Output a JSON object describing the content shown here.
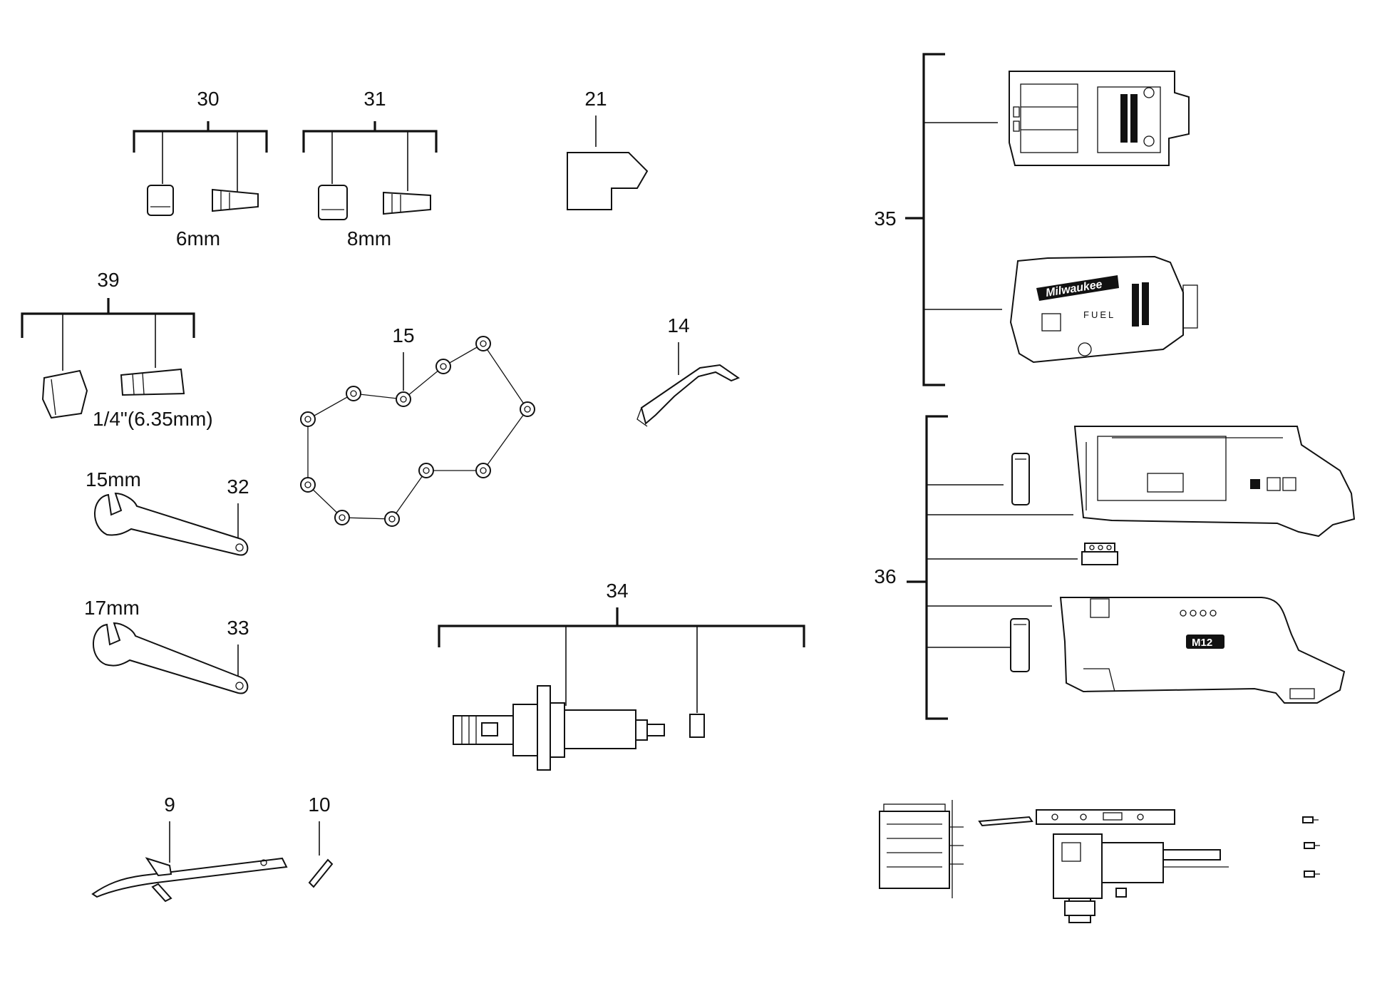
{
  "labels": {
    "p30": "30",
    "p31": "31",
    "p21": "21",
    "p35": "35",
    "p39": "39",
    "p15": "15",
    "p14": "14",
    "p36": "36",
    "p32": "32",
    "p33": "33",
    "p34": "34",
    "p9": "9",
    "p10": "10"
  },
  "sizes": {
    "collet_6": "6mm",
    "collet_8": "8mm",
    "collet_quarter": "1/4\"(6.35mm)",
    "wrench_15": "15mm",
    "wrench_17": "17mm"
  },
  "housing_text": {
    "brand": "Milwaukee",
    "series": "FUEL",
    "battery": "M12"
  },
  "colors": {
    "ink": "#111111",
    "background": "#ffffff"
  }
}
